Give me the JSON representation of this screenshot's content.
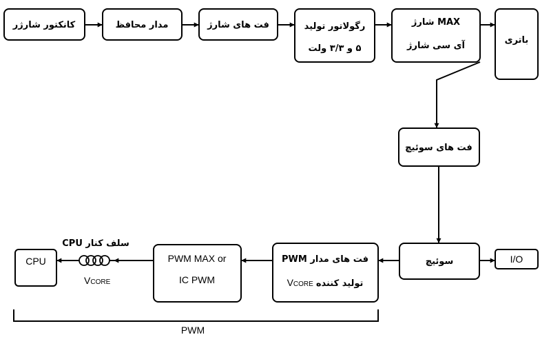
{
  "blocks": {
    "charger_connector": "کانکتور شارژر",
    "protection_circuit": "مدار محافظ",
    "charge_fets": "فت های شارژ",
    "regulator_line1": "رگولاتور تولید",
    "regulator_line2": "۵ و ۳/۳ ولت",
    "charge_ic_line1": "MAX شارژ",
    "charge_ic_line2": "آی سی شارژ",
    "battery": "باتری",
    "switch_fets": "فت های سوئیچ",
    "switch": "سوئیچ",
    "io": "I/O",
    "pwm_fets_line1": "فت های مدار PWM",
    "pwm_fets_line2_pre": "تولید کننده",
    "pwm_fets_line2_v": "V",
    "pwm_fets_line2_sub": "CORE",
    "pwm_ic_line1": "PWM MAX  or",
    "pwm_ic_line2": "IC PWM",
    "cpu": "CPU"
  },
  "coil": {
    "label": "سلف کنار CPU",
    "vcore_v": "V",
    "vcore_sub": "CORE"
  },
  "bracket_label": "PWM"
}
